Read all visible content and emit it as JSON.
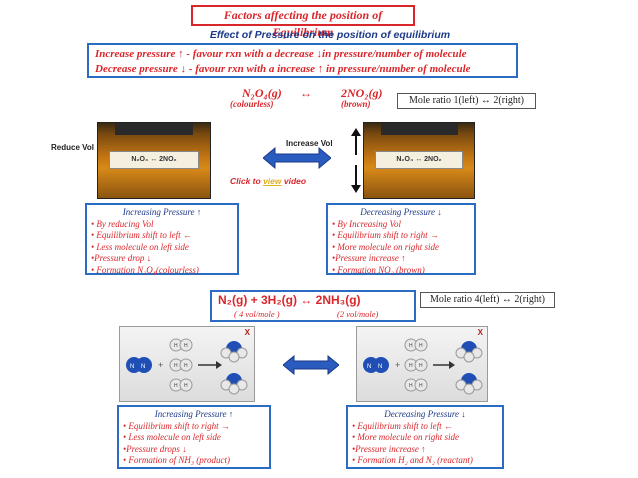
{
  "title": "Factors affecting the position of Equilibrium",
  "subtitle": "Effect of Pressure on the position of equilibrium",
  "rules": {
    "line1": "Increase  pressure ↑  - favour rxn with a decrease ↓in pressure/number of molecule",
    "line2": "Decrease pressure ↓  - favour rxn with a increase ↑ in pressure/number of molecule"
  },
  "eq1": {
    "left": "N₂O₄(g)",
    "arrow": "↔",
    "right": "2NO₂(g)",
    "left_label": "(colourless)",
    "right_label": "(brown)",
    "ratio": "Mole ratio  1(left) ↔ 2(right)"
  },
  "photo": {
    "label_left": "N₂O₄ ↔ 2NO₂",
    "label_right": "N₂O₄ ↔ 2NO₂"
  },
  "controls": {
    "reduce_vol": "Reduce Vol",
    "increase_vol": "Increase  Vol",
    "click_prefix": "Click to ",
    "click_link": "view",
    "click_suffix": " video"
  },
  "box1": {
    "heading": "Increasing Pressure ↑",
    "items": [
      "• By reducing Vol",
      "• Equilibrium shift to left ←",
      "• Less molecule on left side",
      "•Pressure drop ↓",
      "• Formation N₂O₄(colourless)"
    ]
  },
  "box2": {
    "heading": "Decreasing Pressure ↓",
    "items": [
      "• By Increasing Vol",
      "• Equilibrium shift to right →",
      "• More molecule on right side",
      "•Pressure increase ↑",
      "• Formation NO₂ (brown)"
    ]
  },
  "eq2": {
    "main": "N₂(g)  +   3H₂(g)   ↔   2NH₃(g)",
    "sub_left": "( 4 vol/mole )",
    "sub_right": "(2 vol/mole)",
    "ratio": "Mole ratio  4(left) ↔ 2(right)"
  },
  "panels": {
    "x_mark": "X",
    "atom_n": "N",
    "atom_h": "H",
    "plus": "+"
  },
  "box3": {
    "heading": "Increasing Pressure ↑",
    "items": [
      "• Equilibrium shift to right →",
      "• Less molecule on left side",
      "•Pressure drops ↓",
      "• Formation of NH₃ (product)"
    ]
  },
  "box4": {
    "heading": "Decreasing Pressure ↓",
    "items": [
      "• Equilibrium shift to left ←",
      "• More molecule on right side",
      "•Pressure increase ↑",
      "• Formation H₂ and N₂ (reactant)"
    ]
  },
  "colors": {
    "accent_red": "#d9262b",
    "accent_blue": "#2a6cc4",
    "navy": "#1d3a8a"
  }
}
